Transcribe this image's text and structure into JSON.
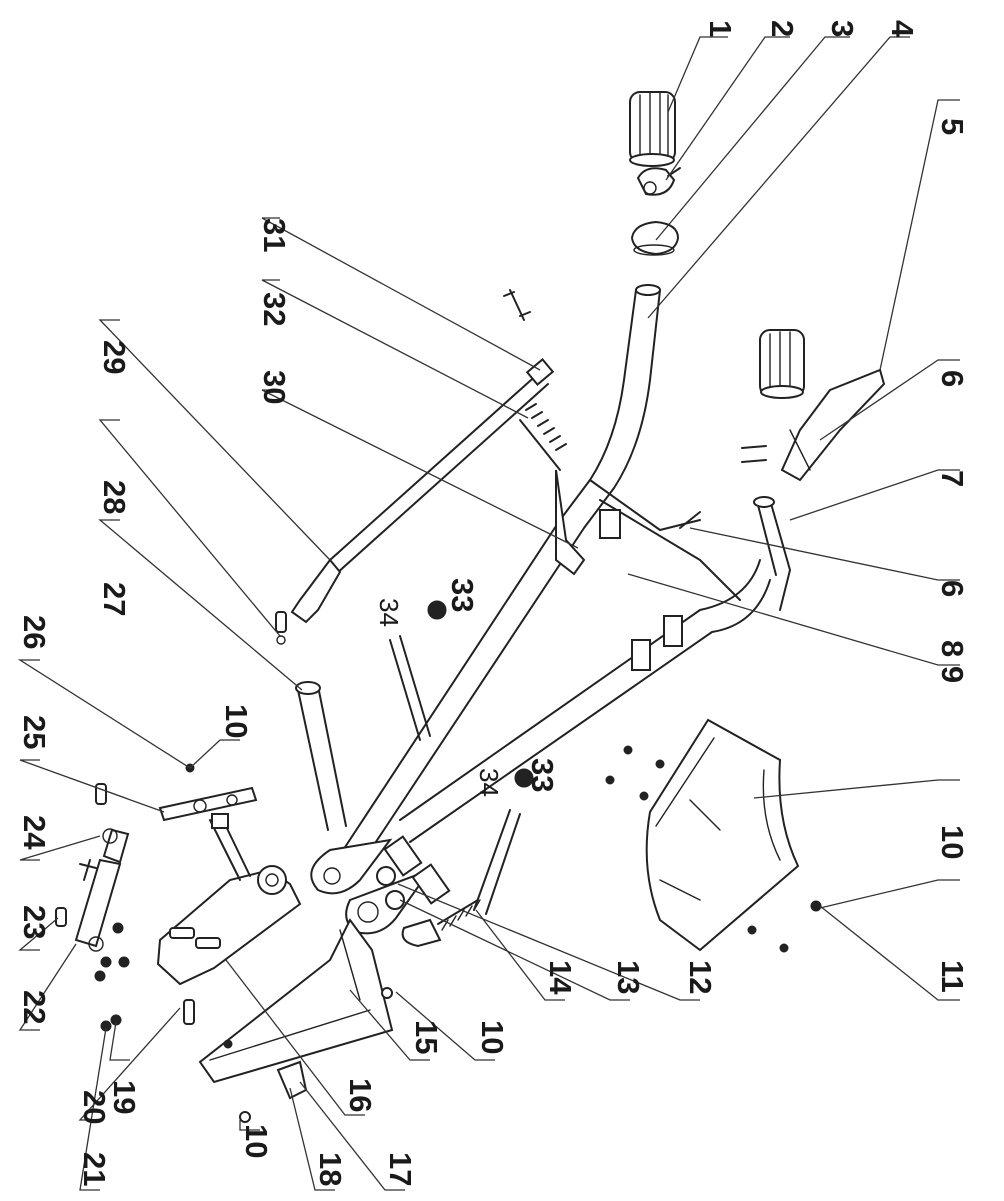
{
  "diagram": {
    "rotated_labels": [
      {
        "id": "l1",
        "text": "1"
      },
      {
        "id": "l2",
        "text": "2"
      },
      {
        "id": "l3",
        "text": "3"
      },
      {
        "id": "l4",
        "text": "4"
      },
      {
        "id": "l5",
        "text": "5"
      },
      {
        "id": "l6a",
        "text": "6"
      },
      {
        "id": "l7",
        "text": "7"
      },
      {
        "id": "l6b",
        "text": "6"
      },
      {
        "id": "l89",
        "text": "8 9"
      },
      {
        "id": "l10a",
        "text": "10"
      },
      {
        "id": "l11",
        "text": "11"
      },
      {
        "id": "l12",
        "text": "12"
      },
      {
        "id": "l13",
        "text": "13"
      },
      {
        "id": "l14",
        "text": "14"
      },
      {
        "id": "l10b",
        "text": "10"
      },
      {
        "id": "l15",
        "text": "15"
      },
      {
        "id": "l16",
        "text": "16"
      },
      {
        "id": "l17",
        "text": "17"
      },
      {
        "id": "l18",
        "text": "18"
      },
      {
        "id": "l10c",
        "text": "10"
      },
      {
        "id": "l19",
        "text": "19"
      },
      {
        "id": "l20",
        "text": "20"
      },
      {
        "id": "l21",
        "text": "21"
      },
      {
        "id": "l22",
        "text": "22"
      },
      {
        "id": "l23",
        "text": "23"
      },
      {
        "id": "l24",
        "text": "24"
      },
      {
        "id": "l25",
        "text": "25"
      },
      {
        "id": "l26",
        "text": "26"
      },
      {
        "id": "l10d",
        "text": "10"
      },
      {
        "id": "l27",
        "text": "27"
      },
      {
        "id": "l28",
        "text": "28"
      },
      {
        "id": "l29",
        "text": "29"
      },
      {
        "id": "l30",
        "text": "30"
      },
      {
        "id": "l32",
        "text": "32"
      },
      {
        "id": "l31",
        "text": "31"
      }
    ],
    "inline_labels": [
      {
        "id": "i33a",
        "text": "33"
      },
      {
        "id": "i34a",
        "text": "34"
      },
      {
        "id": "i33b",
        "text": "33"
      },
      {
        "id": "i34b",
        "text": "34"
      }
    ]
  }
}
